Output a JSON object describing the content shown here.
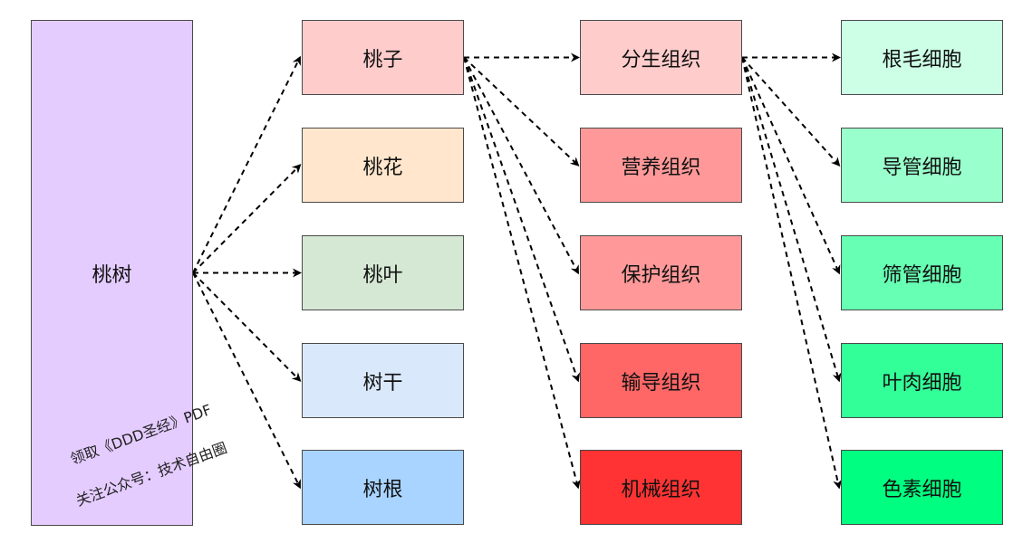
{
  "nodes": {
    "root": {
      "label": "桃树",
      "color": "#e5ccff"
    },
    "organs": [
      {
        "id": "organ-fruit",
        "label": "桃子",
        "color": "#ffcccc"
      },
      {
        "id": "organ-flower",
        "label": "桃花",
        "color": "#ffe6cc"
      },
      {
        "id": "organ-leaf",
        "label": "桃叶",
        "color": "#d5e8d4"
      },
      {
        "id": "organ-trunk",
        "label": "树干",
        "color": "#dae8fc"
      },
      {
        "id": "organ-root",
        "label": "树根",
        "color": "#a8d4ff"
      }
    ],
    "tissues": [
      {
        "id": "tissue-meristem",
        "label": "分生组织",
        "color": "#ffcccc"
      },
      {
        "id": "tissue-nutrient",
        "label": "营养组织",
        "color": "#ff9999"
      },
      {
        "id": "tissue-protective",
        "label": "保护组织",
        "color": "#ff9999"
      },
      {
        "id": "tissue-conductive",
        "label": "输导组织",
        "color": "#ff6666"
      },
      {
        "id": "tissue-mechanical",
        "label": "机械组织",
        "color": "#ff3333"
      }
    ],
    "cells": [
      {
        "id": "cell-root-hair",
        "label": "根毛细胞",
        "color": "#ccffe6"
      },
      {
        "id": "cell-vessel",
        "label": "导管细胞",
        "color": "#99ffcc"
      },
      {
        "id": "cell-sieve",
        "label": "筛管细胞",
        "color": "#66ffb3"
      },
      {
        "id": "cell-mesophyll",
        "label": "叶肉细胞",
        "color": "#33ff99"
      },
      {
        "id": "cell-pigment",
        "label": "色素细胞",
        "color": "#00ff80"
      }
    ]
  },
  "watermark": {
    "line1": "领取《DDD圣经》PDF",
    "line2": "关注公众号：技术自由圈"
  }
}
